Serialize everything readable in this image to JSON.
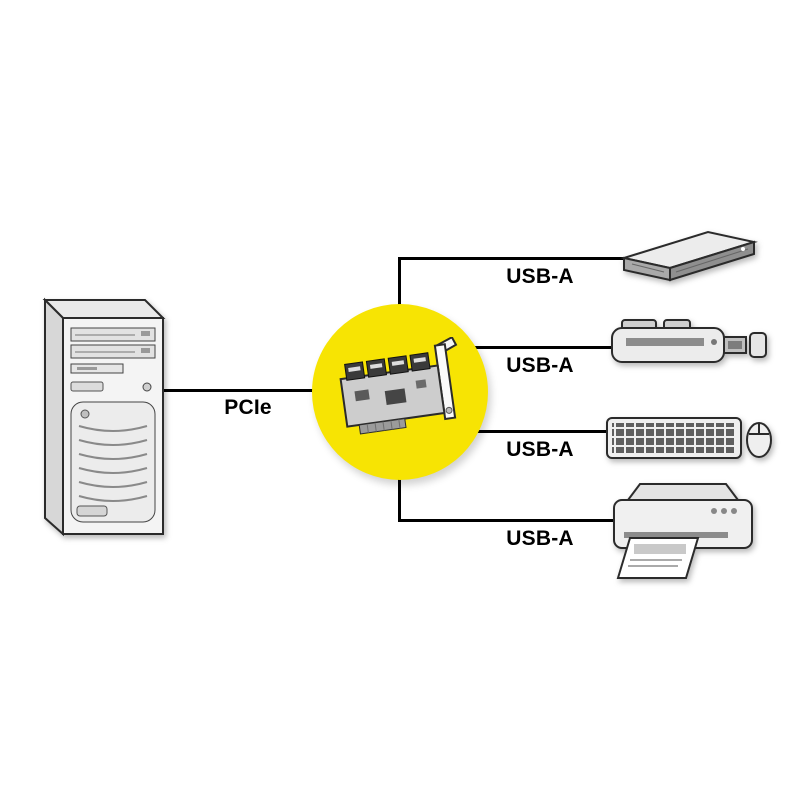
{
  "diagram": {
    "accent_color": "#f7e403",
    "line_color": "#000000",
    "source": {
      "device": "desktop-pc-tower"
    },
    "hub": {
      "device": "pcie-usb-interface-card",
      "bus_label": "PCIe"
    },
    "connections": [
      {
        "label": "USB-A",
        "device": "external-hard-drive"
      },
      {
        "label": "USB-A",
        "device": "usb-card-reader"
      },
      {
        "label": "USB-A",
        "device": "keyboard-and-mouse"
      },
      {
        "label": "USB-A",
        "device": "inkjet-printer"
      }
    ]
  }
}
